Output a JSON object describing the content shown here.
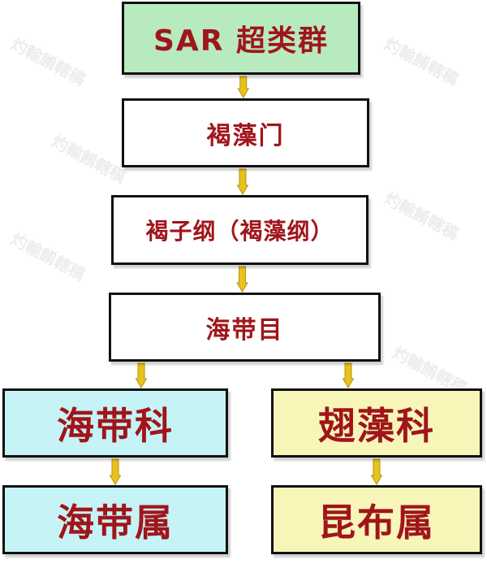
{
  "colors": {
    "green_box": "#b8eac0",
    "white_box": "#ffffff",
    "cyan_box": "#c6f3f6",
    "yellow_box": "#f7f6b8",
    "text": "#a0151b",
    "border": "#111111",
    "arrow": "#e8c21c"
  },
  "watermark": "灼輸餚轄稿",
  "nodes": [
    {
      "id": "b1",
      "label": "SAR 超类群",
      "fill": "green_box"
    },
    {
      "id": "b2",
      "label": "褐藻门",
      "fill": "white_box"
    },
    {
      "id": "b3",
      "label": "褐子纲（褐藻纲）",
      "fill": "white_box"
    },
    {
      "id": "b4",
      "label": "海带目",
      "fill": "white_box"
    },
    {
      "id": "b5",
      "label": "海带科",
      "fill": "cyan_box"
    },
    {
      "id": "b6",
      "label": "翅藻科",
      "fill": "yellow_box"
    },
    {
      "id": "b7",
      "label": "海带属",
      "fill": "cyan_box"
    },
    {
      "id": "b8",
      "label": "昆布属",
      "fill": "yellow_box"
    }
  ],
  "edges": [
    {
      "from": "b1",
      "to": "b2"
    },
    {
      "from": "b2",
      "to": "b3"
    },
    {
      "from": "b3",
      "to": "b4"
    },
    {
      "from": "b4",
      "to": "b5"
    },
    {
      "from": "b4",
      "to": "b6"
    },
    {
      "from": "b5",
      "to": "b7"
    },
    {
      "from": "b6",
      "to": "b8"
    }
  ]
}
